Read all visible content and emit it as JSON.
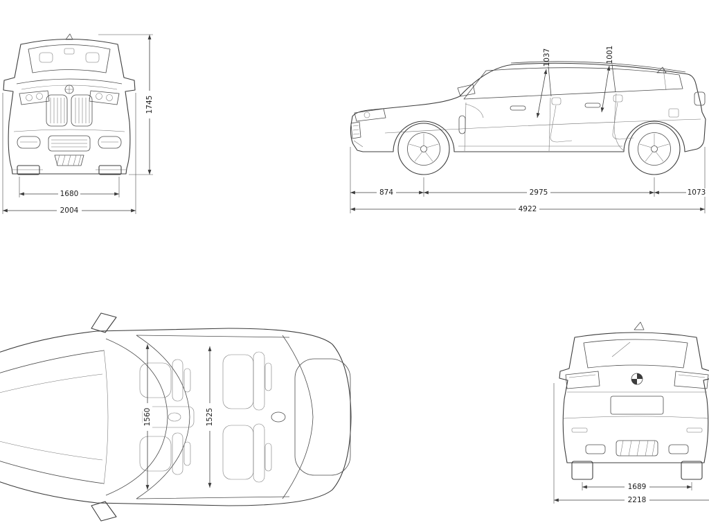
{
  "page": {
    "background": "#ffffff",
    "line_color": "#3c3c3c",
    "description": "car dimensions blueprint, four orthographic views"
  },
  "views": {
    "front": {
      "label": "front-view",
      "dims": {
        "overall_height": "1745",
        "front_track": "1680",
        "overall_width": "2004"
      }
    },
    "side": {
      "label": "side-view",
      "dims": {
        "front_headroom": "1037",
        "rear_headroom": "1001",
        "front_overhang": "874",
        "wheelbase": "2975",
        "rear_overhang": "1073",
        "overall_length": "4922"
      }
    },
    "top": {
      "label": "top-view",
      "dims": {
        "front_interior_width": "1560",
        "rear_interior_width": "1525"
      }
    },
    "rear": {
      "label": "rear-view",
      "dims": {
        "rear_track": "1689",
        "overall_width_mirrors": "2218"
      }
    }
  }
}
